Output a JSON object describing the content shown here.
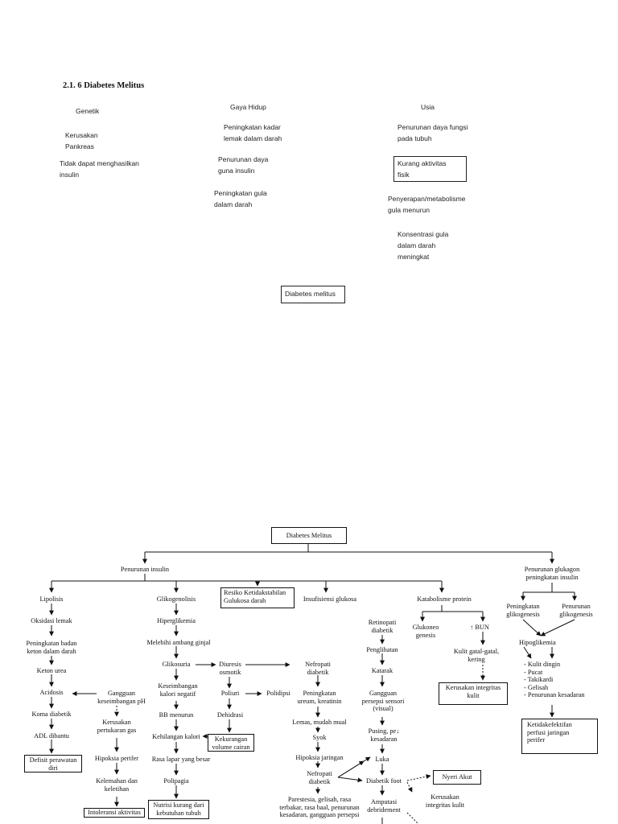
{
  "top": {
    "title": "2.1. 6 Diabetes Melitus",
    "col1": [
      "Genetik",
      "Kerusakan\nPankreas",
      "Tidak dapat menghasilkan\ninsulin"
    ],
    "col2": [
      "Gaya Hidup",
      "Peningkatan kadar\nlemak dalam darah",
      "Penurunan daya\nguna insulin",
      "Peningkatan gula\ndalam darah"
    ],
    "col3": [
      "Usia",
      "Penurunan daya fungsi\npada tubuh",
      "Kurang aktivitas\nfisik",
      "Penyerapan/metabolisme\ngula menurun",
      "Konsentrasi gula\ndalam darah\nmeningkat"
    ],
    "center_box": "Diabetes melitus"
  },
  "flow": {
    "root": "Diabetes Melitus",
    "penurunan_insulin": "Penurunan insulin",
    "penurunan_glukagon": "Penurunan glukagon\npeningkatan insulin",
    "lipolisis": [
      "Lipolisis",
      "Oksidasi lemak",
      "Peningkatan badan\nketon dalam darah",
      "Keton urea",
      "Acidosis",
      "Koma diabetik",
      "ADL dibantu"
    ],
    "defisit": "Defisit perawatan\ndiri",
    "gangguan_ph": "Gangguan\nkeseimbangan pH",
    "kerusakan_gas": "Kerusakan\npertukaran gas",
    "hipoksia_perifer": "Hipoksia perifer",
    "kelemahan": "Kelemahan dan\nkeletihan",
    "intoleransi": "Intoleransi aktivitas",
    "glikogenolisis": [
      "Glikogenolisis",
      "Hiperglikemia",
      "Melebihi ambang ginjal",
      "Glikosuria",
      "Keseimbangan\nkalori negatif",
      "BB menurun",
      "Kehilangan kalori",
      "Rasa lapar yang besar",
      "Polipagia"
    ],
    "nutrisi": "Nutrisi kurang dari\nkebutuhan tubuh",
    "diuresis": "Diuresis\nosmotik",
    "poliuri": "Poliuri",
    "polidipsi": "Polidipsi",
    "dehidrasi": "Dehidrasi",
    "kekurangan_volume": "Kekurangan\nvolume cairan",
    "resiko": "Resiko Ketidakstabilan\nGulukosa darah",
    "insufisiensi": "Insufisiensi glukosa",
    "nefropati_col": [
      "Nefropati\ndiabetik",
      "Peningkatan\nureum, kreatinin",
      "Lemas, mudah mual",
      "Syok",
      "Hipoksia jaringan",
      "Nefropati\ndiabetik"
    ],
    "paresthesia": "Parestesia, gelisah, rasa\nterbakar, rasa baal, penurunan\nkesadaran, gangguan persepsi",
    "retino_col": [
      "Retinopati\ndiabetik",
      "Penglihatan",
      "Katarak",
      "Gangguan\npersepsi sensori\n(visual)",
      "Pusing, pe↓\nkesadaran",
      "Luka",
      "Diabetik foot",
      "Amputasi\ndebridement"
    ],
    "nyeri": "Nyeri Akut",
    "kerusakan_kulit2": "Kerusakan\nintegritas kulit",
    "katabolisme": "Katabolisme protein",
    "glukoneo": "Glukoneo\ngenesis",
    "bun": "↑ BUN",
    "kulit_gatal": "Kulit gatal-gatal,\nkering",
    "kerusakan_kulit1": "Kerusakan integritas\nkulit",
    "pen_glikogenesis": "Peningkatan\nglikogenesis",
    "pen_glikogenesis2": "Penurunan\nglikogenesis",
    "hipoglikemia": "Hipoglikemia",
    "symptoms": "-   Kulit dingin\n-   Pucat\n-   Takikardi\n-   Gelisah\n-   Penurunan kesadaran",
    "ketidakefektifan": "Ketidakefektifan\nperfusi jaringan\nperifer"
  }
}
